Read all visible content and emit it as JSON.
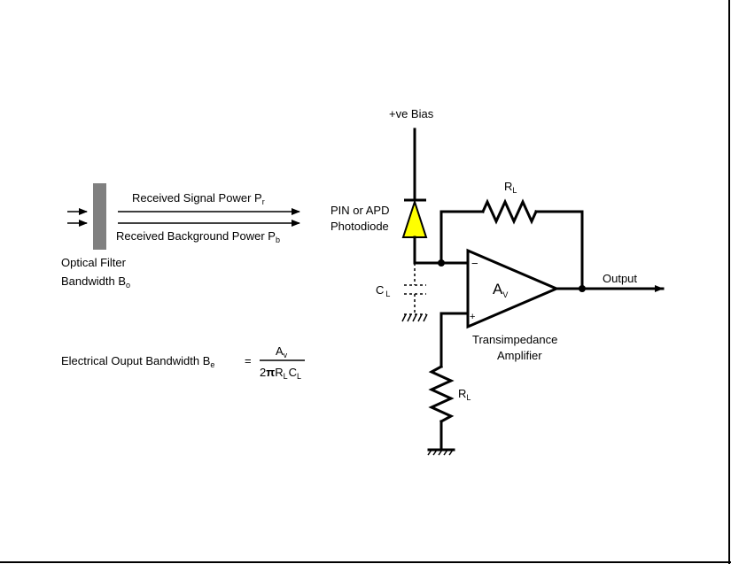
{
  "bias_label": "+ve Bias",
  "photodiode": {
    "line1": "PIN or APD",
    "line2": "Photodiode",
    "fill_color": "#ffff00"
  },
  "feedback_resistor": {
    "label": "R",
    "sub": "L"
  },
  "load_resistor": {
    "label": "R",
    "sub": "L"
  },
  "capacitor": {
    "label": "C",
    "sub": "L"
  },
  "amplifier": {
    "label": "A",
    "sub": "V",
    "minus": "−",
    "plus": "+",
    "line1": "Transimpedance",
    "line2": "Amplifier"
  },
  "output_label": "Output",
  "optical_filter": {
    "line1": "Optical Filter",
    "line2": "Bandwidth B",
    "line2_sub": "o",
    "color": "#808080"
  },
  "signal_power": {
    "text": "Received Signal Power P",
    "sub": "r"
  },
  "background_power": {
    "text": "Received Background Power P",
    "sub": "b"
  },
  "bandwidth_formula": {
    "lhs": "Electrical Ouput Bandwidth B",
    "lhs_sub": "e",
    "equals": "=",
    "num": "A",
    "num_sub": "v",
    "den_two": "2",
    "den_pi": "π",
    "den_r": "R",
    "den_r_sub": "L",
    "den_c": "C",
    "den_c_sub": "L"
  }
}
